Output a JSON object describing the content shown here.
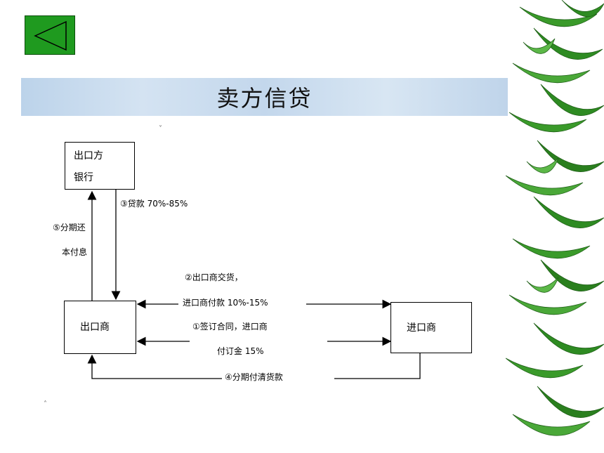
{
  "title": "卖方信贷",
  "nodes": {
    "bank_line1": "出口方",
    "bank_line2": "银行",
    "exporter": "出口商",
    "importer": "进口商"
  },
  "edges": {
    "loan": "③贷款 70%-85%",
    "repay_line1": "⑤分期还",
    "repay_line2": "本付息",
    "delivery_line1": "②出口商交货，",
    "delivery_line2": "进口商付款 10%-15%",
    "contract_line1": "①签订合同，进口商",
    "contract_line2": "付订金 15%",
    "installment": "④分期付清货款"
  },
  "colors": {
    "back_button": "#1f9a1f",
    "banner": "#c8dbef",
    "bamboo": "#2e8b22"
  },
  "icons": {
    "back": "triangle-left-icon"
  }
}
